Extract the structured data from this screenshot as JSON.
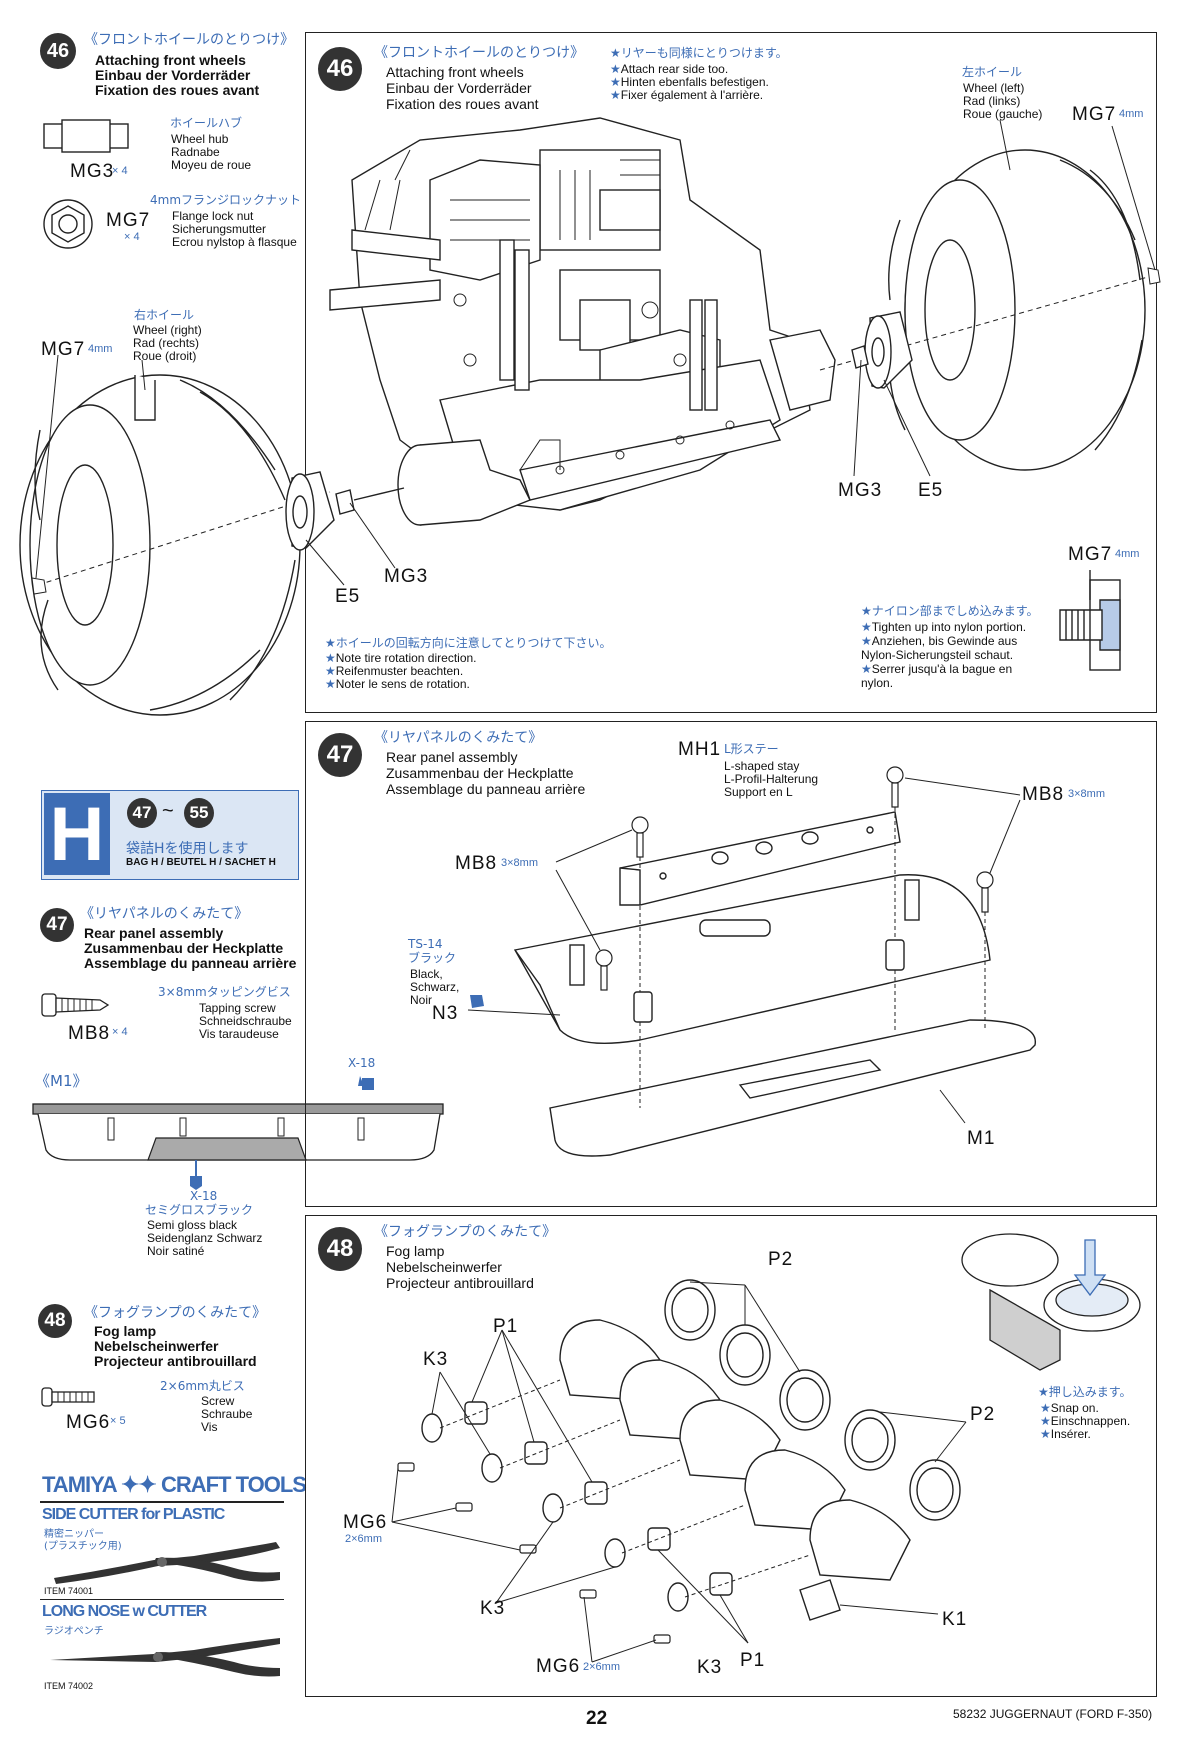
{
  "side_steps": {
    "s46": {
      "num": "46",
      "jp": "《フロントホイールのとりつけ》",
      "en": "Attaching front wheels",
      "de": "Einbau der Vorderräder",
      "fr": "Fixation des roues avant",
      "hub_jp": "ホイールハブ",
      "hub_en": "Wheel hub",
      "hub_de": "Radnabe",
      "hub_fr": "Moyeu de roue",
      "hub_code": "MG3",
      "hub_qty": "× 4",
      "nut_jp": "4mmフランジロックナット",
      "nut_en": "Flange lock nut",
      "nut_de": "Sicherungsmutter",
      "nut_fr": "Ecrou nylstop à flasque",
      "nut_code": "MG7",
      "nut_qty": "× 4"
    },
    "bag": {
      "letter": "H",
      "from": "47",
      "tilde": "~",
      "to": "55",
      "jp": "袋詰Hを使用します",
      "text": "BAG H / BEUTEL H / SACHET H"
    },
    "s47": {
      "num": "47",
      "jp": "《リヤパネルのくみたて》",
      "en": "Rear panel assembly",
      "de": "Zusammenbau der Heckplatte",
      "fr": "Assemblage du panneau arrière",
      "screw_jp": "3×8mmタッピングビス",
      "screw_en": "Tapping screw",
      "screw_de": "Schneidschraube",
      "screw_fr": "Vis taraudeuse",
      "screw_code": "MB8",
      "screw_qty": "× 4",
      "m1_label": "《M1》",
      "paint_top": "X-18",
      "paint_bottom": "X-18",
      "paint_jp": "セミグロスブラック",
      "paint_en": "Semi gloss black",
      "paint_de": "Seidenglanz Schwarz",
      "paint_fr": "Noir satiné"
    },
    "s48": {
      "num": "48",
      "jp": "《フォグランプのくみたて》",
      "en": "Fog lamp",
      "de": "Nebelscheinwerfer",
      "fr": "Projecteur antibrouillard",
      "screw_jp": "2×6mm丸ビス",
      "screw_en": "Screw",
      "screw_de": "Schraube",
      "screw_fr": "Vis",
      "screw_code": "MG6",
      "screw_qty": "× 5"
    },
    "tools": {
      "brand": "TAMIYA ✦✦ CRAFT TOOLS",
      "t1_name": "SIDE CUTTER for PLASTIC",
      "t1_jp1": "精密ニッパー",
      "t1_jp2": "(プラスチック用)",
      "t1_item": "ITEM 74001",
      "t2_name": "LONG NOSE w CUTTER",
      "t2_jp": "ラジオペンチ",
      "t2_item": "ITEM 74002"
    }
  },
  "panel46": {
    "num": "46",
    "jp": "《フロントホイールのとりつけ》",
    "en": "Attaching front wheels",
    "de": "Einbau der Vorderräder",
    "fr": "Fixation des roues avant",
    "note_jp": "★リヤーも同様にとりつけます。",
    "note_en": "Attach rear side too.",
    "note_de": "Hinten ebenfalls befestigen.",
    "note_fr": "Fixer également à l'arrière.",
    "left_wheel_jp": "左ホイール",
    "left_wheel_en": "Wheel (left)",
    "left_wheel_de": "Rad (links)",
    "left_wheel_fr": "Roue (gauche)",
    "right_wheel_jp": "右ホイール",
    "right_wheel_en": "Wheel (right)",
    "right_wheel_de": "Rad (rechts)",
    "right_wheel_fr": "Roue (droit)",
    "mg7": "MG7",
    "mm4": "4mm",
    "mg3": "MG3",
    "e5": "E5",
    "rot_jp": "★ホイールの回転方向に注意してとりつけて下さい。",
    "rot_en": "Note tire rotation direction.",
    "rot_de": "Reifenmuster beachten.",
    "rot_fr": "Noter le sens de rotation.",
    "nylon_jp": "★ナイロン部までしめ込みます。",
    "nylon_en": "Tighten up into nylon portion.",
    "nylon_de": "Anziehen, bis Gewinde aus Nylon-Sicherungsteil schaut.",
    "nylon_fr": "Serrer jusqu'à la bague en nylon."
  },
  "panel47": {
    "num": "47",
    "jp": "《リヤパネルのくみたて》",
    "en": "Rear panel assembly",
    "de": "Zusammenbau der Heckplatte",
    "fr": "Assemblage du panneau arrière",
    "mh1": "MH1",
    "mh1_jp": "L形ステー",
    "mh1_en": "L-shaped stay",
    "mh1_de": "L-Profil-Halterung",
    "mh1_fr": "Support en L",
    "mb8": "MB8",
    "mb8_size": "3×8mm",
    "ts": "TS-14",
    "ts_jp": "ブラック",
    "ts_en": "Black,",
    "ts_de": "Schwarz,",
    "ts_fr": "Noir",
    "n3": "N3",
    "m1": "M1"
  },
  "panel48": {
    "num": "48",
    "jp": "《フォグランプのくみたて》",
    "en": "Fog lamp",
    "de": "Nebelscheinwerfer",
    "fr": "Projecteur antibrouillard",
    "p1": "P1",
    "p2": "P2",
    "k1": "K1",
    "k3": "K3",
    "mg6": "MG6",
    "mg6_size": "2×6mm",
    "snap_jp": "★押し込みます。",
    "snap_en": "Snap on.",
    "snap_de": "Einschnappen.",
    "snap_fr": "Insérer."
  },
  "footer": {
    "page": "22",
    "model": "58232 JUGGERNAUT (FORD F-350)"
  }
}
